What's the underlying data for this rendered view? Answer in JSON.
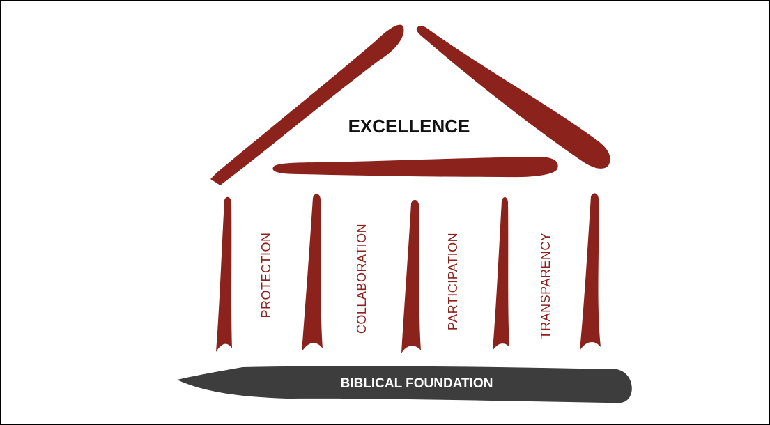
{
  "diagram": {
    "roof_label": "EXCELLENCE",
    "pillar_labels": [
      "PROTECTION",
      "COLLABORATION",
      "PARTICIPATION",
      "TRANSPARENCY"
    ],
    "foundation_label": "BIBLICAL FOUNDATION"
  },
  "colors": {
    "pillar": "#8b221c",
    "roof": "#8b221c",
    "label_red": "#8b221c",
    "title": "#111111",
    "foundation": "#3d3d3d",
    "foundation_text": "#ffffff",
    "frame": "#000000"
  }
}
